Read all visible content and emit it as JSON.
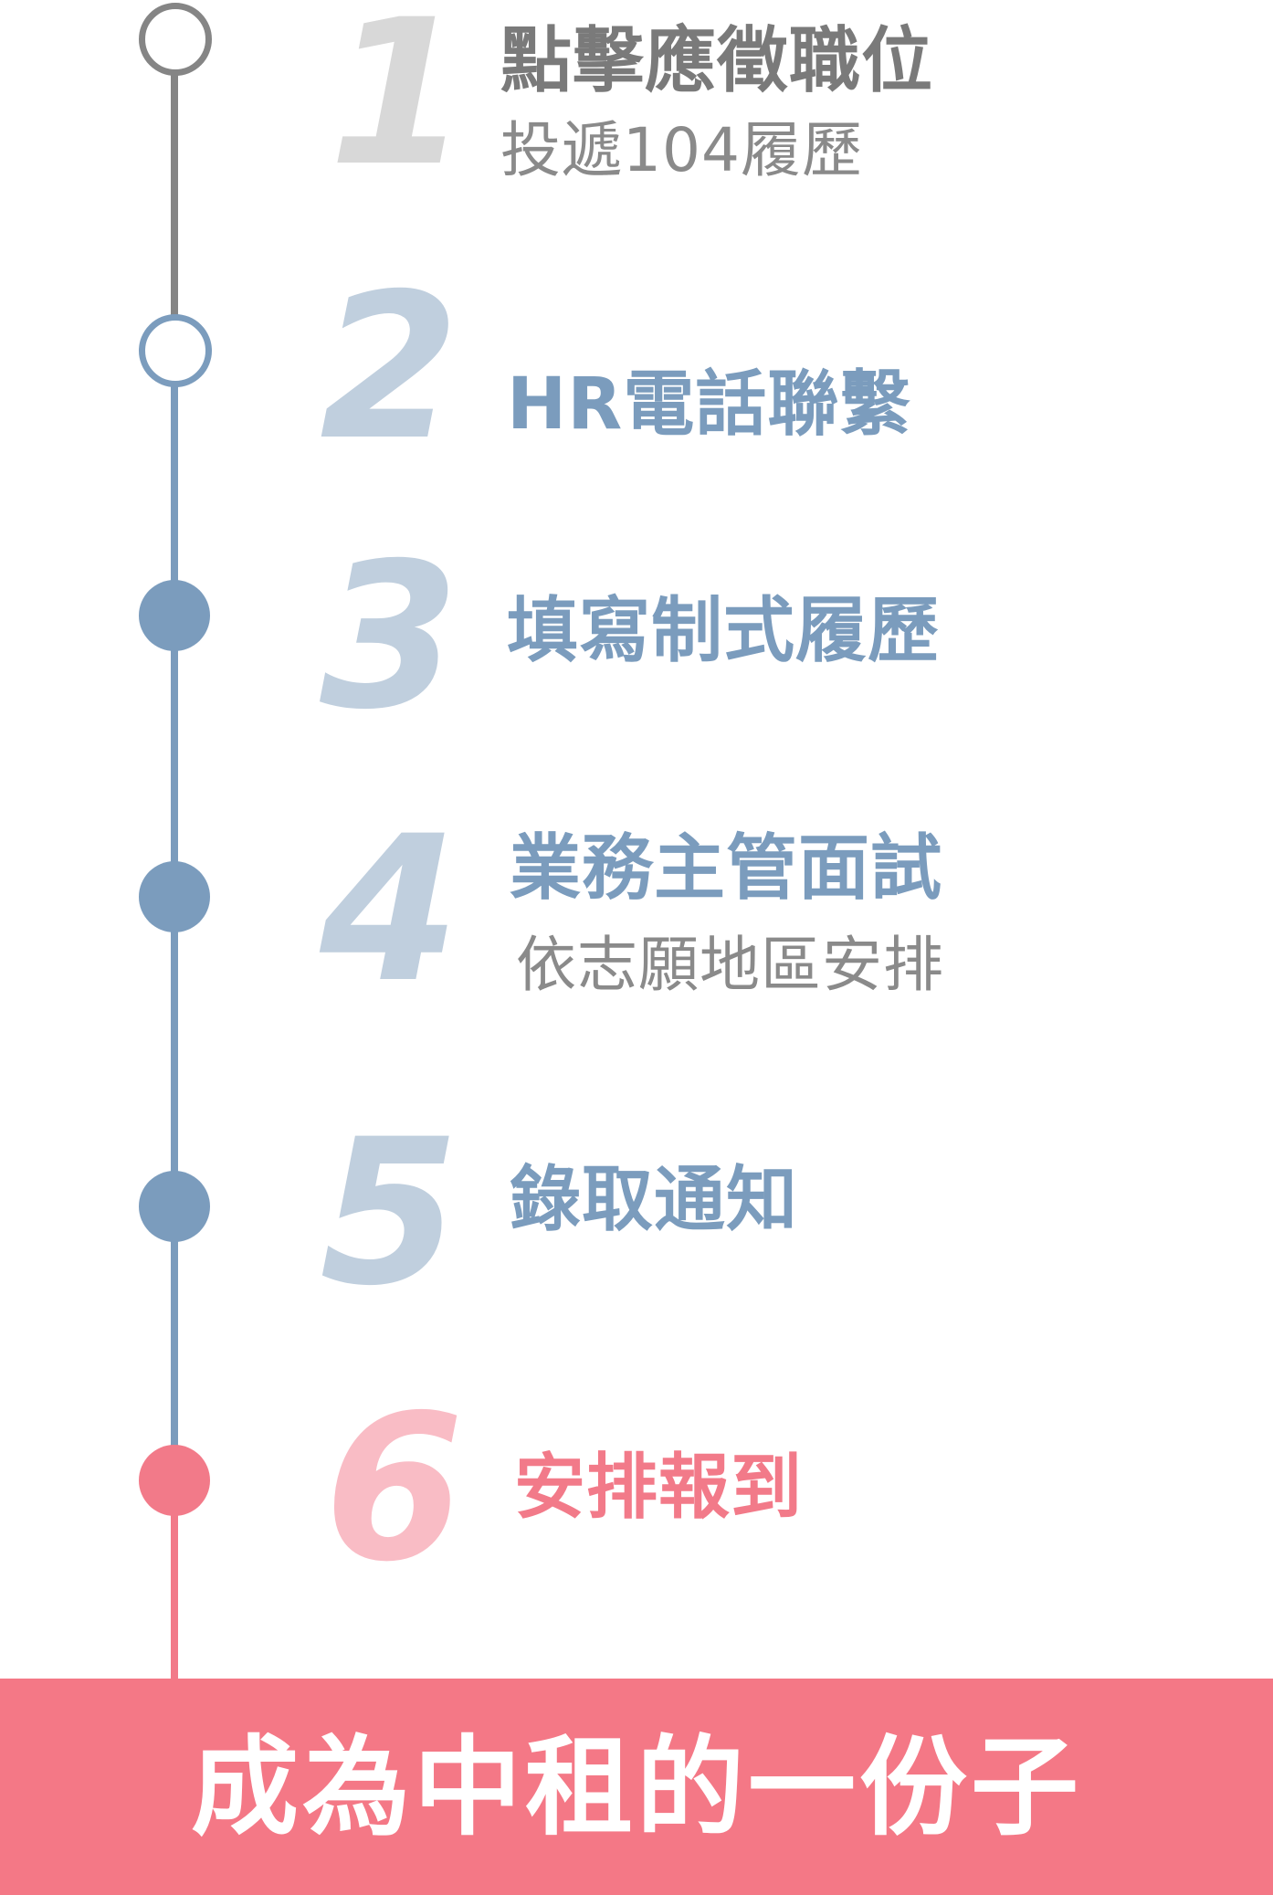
{
  "colors": {
    "gray": "#858585",
    "blue": "#7b9cbd",
    "light_blue": "#c0cfde",
    "pink": "#f27a89",
    "light_pink": "#f9bcc5",
    "banner": "#f47886"
  },
  "steps": [
    {
      "number": "1",
      "title": "點擊應徵職位",
      "subtitle": "投遞104履歷"
    },
    {
      "number": "2",
      "title": "HR電話聯繫"
    },
    {
      "number": "3",
      "title": "填寫制式履歷"
    },
    {
      "number": "4",
      "title": "業務主管面試",
      "subtitle": "依志願地區安排"
    },
    {
      "number": "5",
      "title": "錄取通知"
    },
    {
      "number": "6",
      "title": "安排報到"
    }
  ],
  "banner": {
    "text": "成為中租的一份子"
  }
}
